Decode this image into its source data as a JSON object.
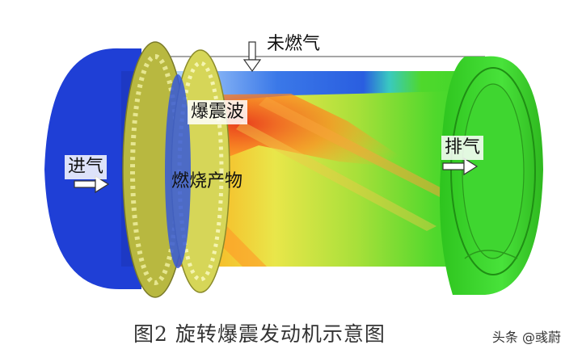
{
  "labels": {
    "unburned_gas": "未燃气",
    "detonation_wave": "爆震波",
    "combustion_products": "燃烧产物",
    "intake": "进气",
    "exhaust": "排气"
  },
  "caption": "图2  旋转爆震发动机示意图",
  "watermark": "头条 @彧蔚",
  "colors": {
    "inlet_blue": "#1f3fd6",
    "outlet_green": "#33d92a",
    "detonation_red": "#e8301a",
    "combustion_yellow": "#f2e44a",
    "injector_ring": "#c8c848"
  }
}
